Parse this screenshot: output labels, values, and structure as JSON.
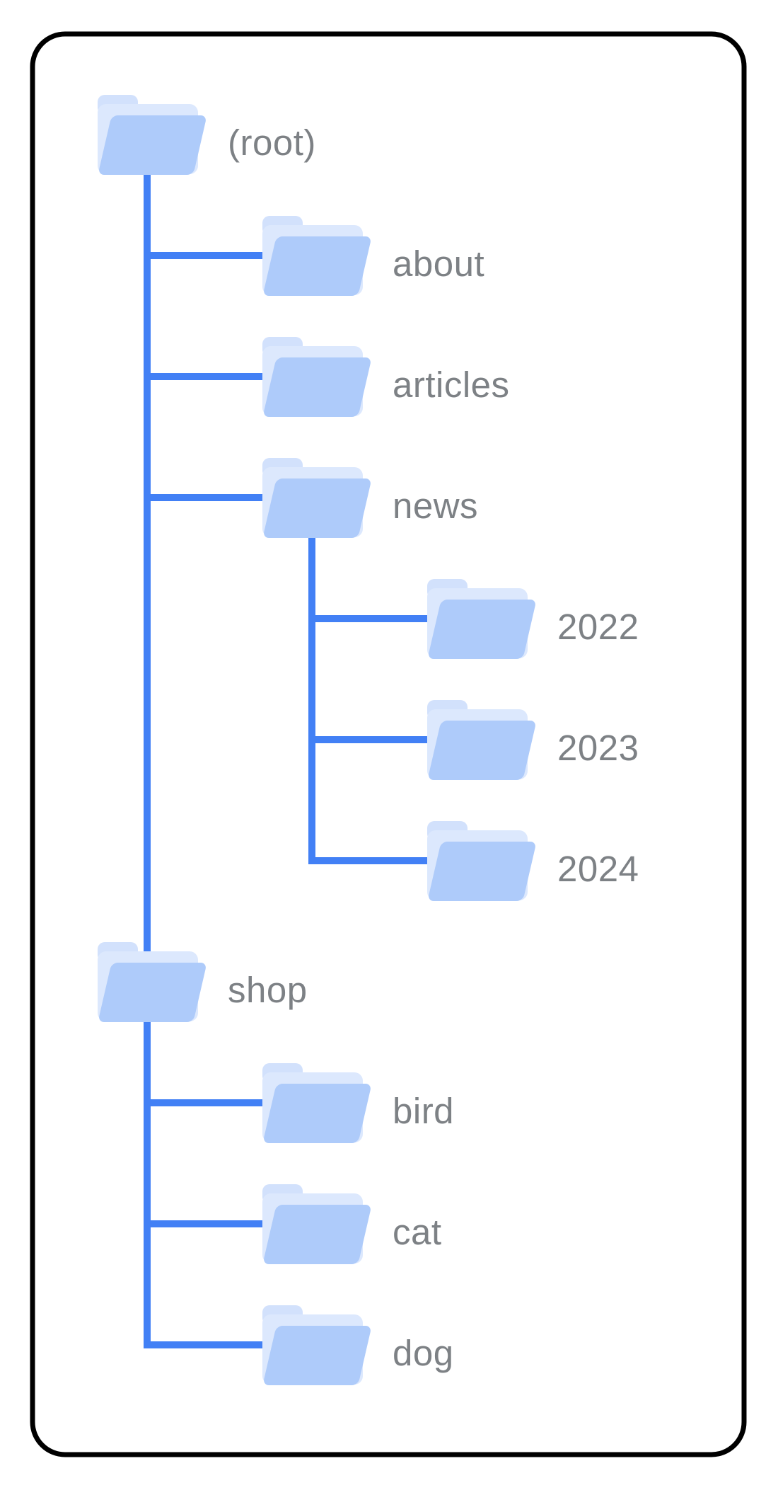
{
  "diagram": {
    "title": "site-structure-folder-tree",
    "tree": {
      "label": "(root)",
      "children": [
        {
          "label": "about"
        },
        {
          "label": "articles"
        },
        {
          "label": "news",
          "children": [
            {
              "label": "2022"
            },
            {
              "label": "2023"
            },
            {
              "label": "2024"
            }
          ]
        },
        {
          "label": "shop",
          "on_trunk": true,
          "children": [
            {
              "label": "bird"
            },
            {
              "label": "cat"
            },
            {
              "label": "dog"
            }
          ]
        }
      ]
    },
    "colors": {
      "connector": "#4280f5",
      "folder_front": "#aecbfa",
      "folder_back": "#dce8fd",
      "folder_tab": "#d2e1fc",
      "label": "#7d8185",
      "card_border": "#000000",
      "card_background": "#ffffff"
    }
  }
}
